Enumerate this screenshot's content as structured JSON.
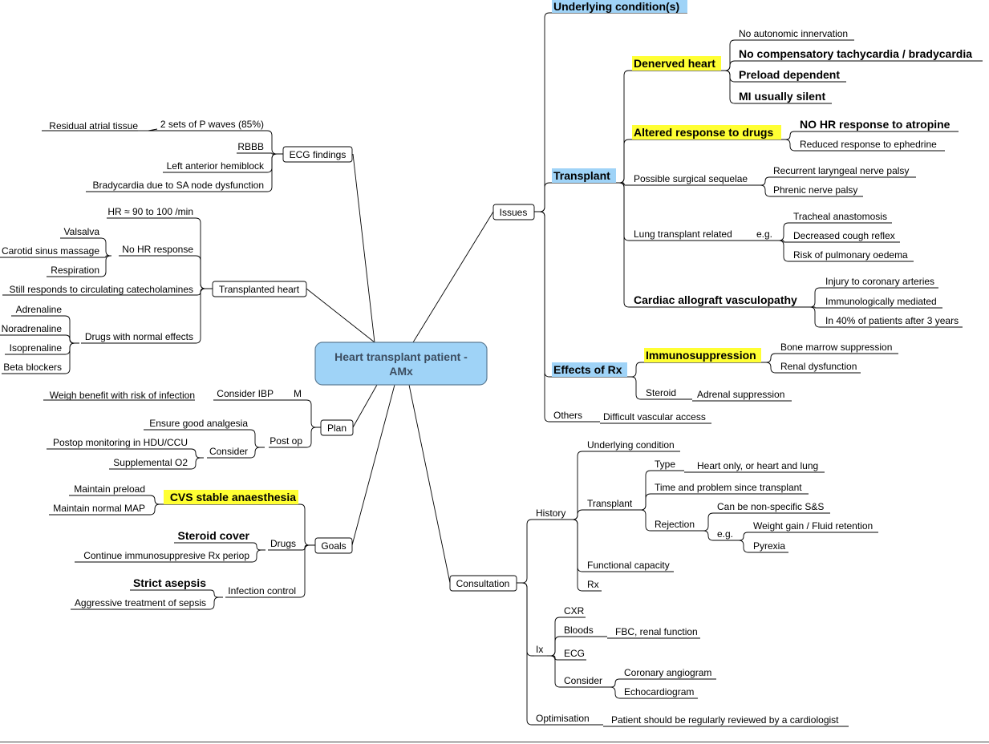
{
  "root": {
    "line1": "Heart transplant patient -",
    "line2": "AMx"
  },
  "n": {
    "ecg": "ECG findings",
    "ecg_p": "2 sets of P waves (85%)",
    "ecg_res": "Residual atrial tissue",
    "ecg_rbbb": "RBBB",
    "ecg_lah": "Left anterior hemiblock",
    "ecg_brady": "Bradycardia due to SA node dysfunction",
    "th": "Transplanted heart",
    "th_hr": "HR ≈ 90 to 100 /min",
    "th_nohr": "No HR response",
    "th_val": "Valsalva",
    "th_csm": "Carotid sinus massage",
    "th_resp": "Respiration",
    "th_cat": "Still responds to circulating catecholamines",
    "th_drugs": "Drugs with normal effects",
    "th_adr": "Adrenaline",
    "th_nor": "Noradrenaline",
    "th_iso": "Isoprenaline",
    "th_bb": "Beta blockers",
    "plan": "Plan",
    "plan_ibp": "Consider IBP",
    "plan_m": "M",
    "plan_weigh": "Weigh benefit with risk of infection",
    "plan_postop": "Post op",
    "plan_analg": "Ensure good analgesia",
    "plan_consider": "Consider",
    "plan_mon": "Postop monitoring in HDU/CCU",
    "plan_o2": "Supplemental O2",
    "goals": "Goals",
    "goals_cvs": "CVS stable anaesthesia",
    "goals_preload": "Maintain preload",
    "goals_map": "Maintain normal MAP",
    "goals_drugs": "Drugs",
    "goals_steroid": "Steroid cover",
    "goals_immuno": "Continue immunosuppresive Rx periop",
    "goals_inf": "Infection control",
    "goals_asepsis": "Strict asepsis",
    "goals_sepsis": "Aggressive treatment of sepsis",
    "issues": "Issues",
    "iss_under": "Underlying condition(s)",
    "iss_tx": "Transplant",
    "iss_den": "Denerved heart",
    "iss_noauto": "No autonomic innervation",
    "iss_nocomp": "No compensatory tachycardia / bradycardia",
    "iss_preload": "Preload dependent",
    "iss_mi": "MI usually silent",
    "iss_alt": "Altered response to drugs",
    "iss_atropine": "NO HR response to atropine",
    "iss_ephed": "Reduced response to ephedrine",
    "iss_surg": "Possible surgical sequelae",
    "iss_rln": "Recurrent laryngeal nerve palsy",
    "iss_phren": "Phrenic nerve palsy",
    "iss_lung": "Lung transplant related",
    "iss_eg": "e.g.",
    "iss_trach": "Tracheal anastomosis",
    "iss_cough": "Decreased cough reflex",
    "iss_pulm": "Risk of pulmonary oedema",
    "iss_cav": "Cardiac allograft vasculopathy",
    "iss_inj": "Injury to coronary arteries",
    "iss_imm": "Immunologically mediated",
    "iss_40": "In 40% of patients after 3 years",
    "iss_eff": "Effects of Rx",
    "iss_immsup": "Immunosuppression",
    "iss_bm": "Bone marrow suppression",
    "iss_renal": "Renal dysfunction",
    "iss_ster": "Steroid",
    "iss_adrenal": "Adrenal suppression",
    "iss_others": "Others",
    "iss_vasc": "Difficult vascular access",
    "cons": "Consultation",
    "c_hist": "History",
    "c_under": "Underlying condition",
    "c_tx": "Transplant",
    "c_type": "Type",
    "c_heart": "Heart only, or heart and lung",
    "c_time": "Time and problem since transplant",
    "c_rej": "Rejection",
    "c_nonspec": "Can be non-specific S&S",
    "c_eg": "e.g.",
    "c_weight": "Weight gain / Fluid retention",
    "c_pyrexia": "Pyrexia",
    "c_func": "Functional capacity",
    "c_rx": "Rx",
    "c_ix": "Ix",
    "c_cxr": "CXR",
    "c_bloods": "Bloods",
    "c_fbc": "FBC, renal function",
    "c_ecg": "ECG",
    "c_consider": "Consider",
    "c_angio": "Coronary angiogram",
    "c_echo": "Echocardiogram",
    "c_opt": "Optimisation",
    "c_review": "Patient should be regularly reviewed by a cardiologist"
  }
}
